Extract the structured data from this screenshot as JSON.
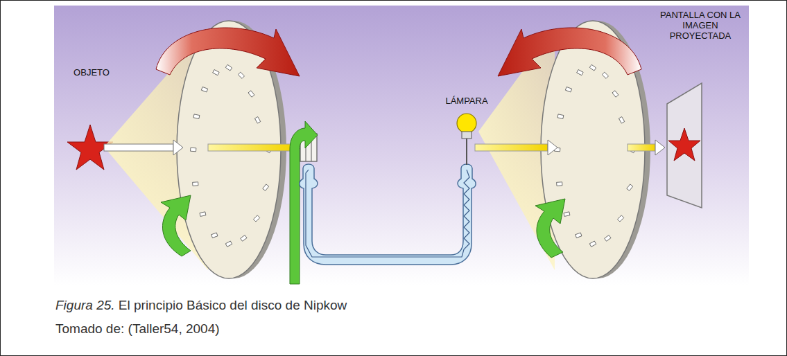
{
  "diagram": {
    "caption": "Figura 25. El principio Básico del disco de Nipkow",
    "labels": [
      "OBJETO",
      "LÁMPARA",
      "PANTALLA CON LA IMAGEN PROYECTADA",
      "Tomado de: (Taller54, 2004)"
    ]
  }
}
